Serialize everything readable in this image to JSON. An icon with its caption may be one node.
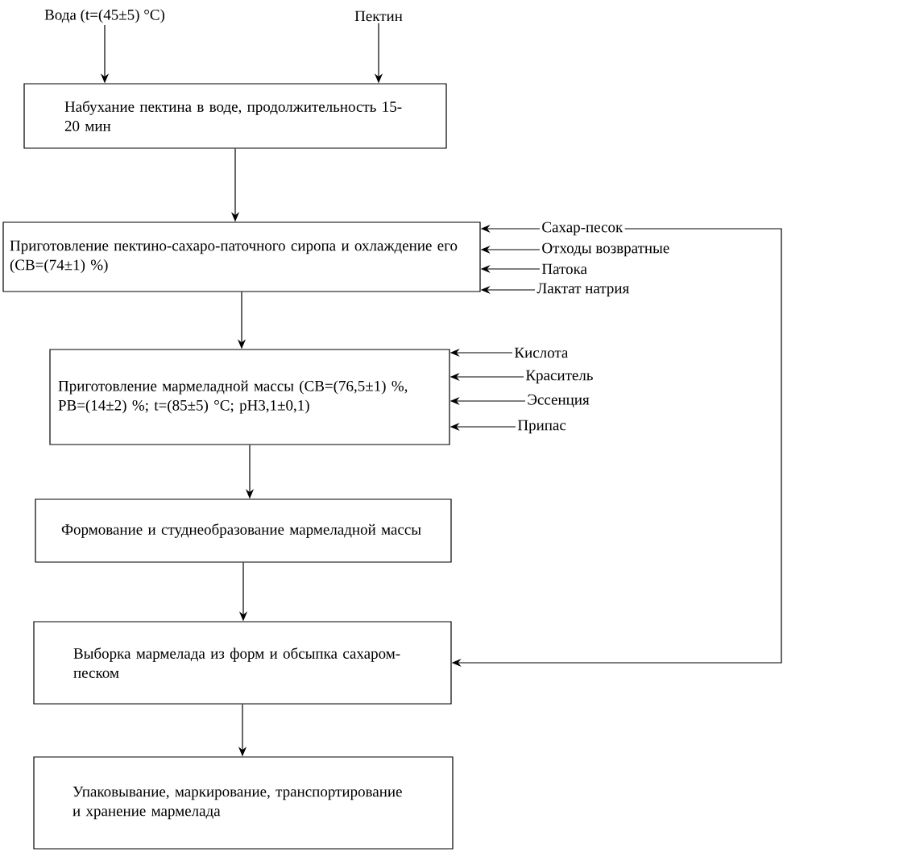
{
  "diagram": {
    "nodes": [
      {
        "text": [
          "Вода (t=(45±5) °C)"
        ]
      },
      {
        "text": [
          "Пектин"
        ]
      },
      {
        "text": [
          "Набухание пектина в воде, продолжительность 15-20 мин"
        ]
      },
      {
        "text": [
          "Приготовление пектино-сахаро-паточного сиропа и охлаждение его (СВ=(74±1) %)"
        ]
      },
      {
        "text": [
          "Сахар-песок"
        ]
      },
      {
        "text": [
          "Отходы возвратные"
        ]
      },
      {
        "text": [
          "Патока"
        ]
      },
      {
        "text": [
          "Лактат натрия"
        ]
      },
      {
        "text": [
          "Приготовление мармеладной массы (СВ=(76,5±1) %, РВ=(14±2) %; t=(85±5) °C; pH3,1±0,1)"
        ]
      },
      {
        "text": [
          "Кислота"
        ]
      },
      {
        "text": [
          "Краситель"
        ]
      },
      {
        "text": [
          "Эссенция"
        ]
      },
      {
        "text": [
          "Припас"
        ]
      },
      {
        "text": [
          "Формование и студнеобразование мармеладной массы"
        ]
      },
      {
        "text": [
          "Выборка мармелада из форм и обсыпка сахаром-песком"
        ]
      },
      {
        "text": [
          "Упаковывание, маркирование, транспортирование и хранение мармелада"
        ]
      }
    ],
    "edges": [
      {
        "from": 0,
        "to": 2,
        "arrow": "to"
      },
      {
        "from": 1,
        "to": 2,
        "arrow": "to"
      },
      {
        "from": 2,
        "to": 3,
        "arrow": "to"
      },
      {
        "from": 4,
        "to": 3,
        "arrow": "to"
      },
      {
        "from": 5,
        "to": 3,
        "arrow": "to"
      },
      {
        "from": 6,
        "to": 3,
        "arrow": "to"
      },
      {
        "from": 7,
        "to": 3,
        "arrow": "to"
      },
      {
        "from": 3,
        "to": 8,
        "arrow": "to"
      },
      {
        "from": 9,
        "to": 8,
        "arrow": "to"
      },
      {
        "from": 10,
        "to": 8,
        "arrow": "to"
      },
      {
        "from": 11,
        "to": 8,
        "arrow": "to"
      },
      {
        "from": 12,
        "to": 8,
        "arrow": "to"
      },
      {
        "from": 8,
        "to": 13,
        "arrow": "to"
      },
      {
        "from": 13,
        "to": 14,
        "arrow": "to"
      },
      {
        "from": 14,
        "to": 15,
        "arrow": "to"
      },
      {
        "from": 4,
        "to": 14,
        "arrow": "to"
      }
    ]
  }
}
